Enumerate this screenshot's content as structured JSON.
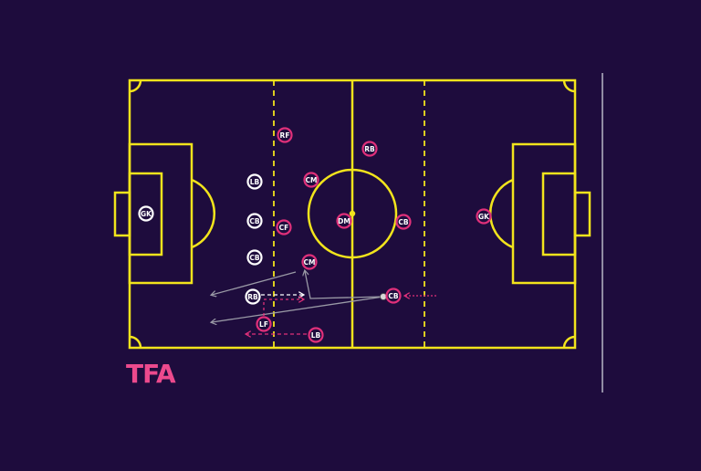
{
  "colors": {
    "background": "#1e0c3d",
    "pitch_lines": "#f2e41c",
    "team_white": "#ffffff",
    "team_pink": "#e0307a",
    "arrow_grey": "#9a9aa6",
    "divider": "#b7b7c7",
    "logo": "#ec4a8d"
  },
  "logo": {
    "text": "TFA"
  },
  "players": [
    {
      "id": "gk-white",
      "label": "GK",
      "team": "white"
    },
    {
      "id": "lb-white",
      "label": "LB",
      "team": "white"
    },
    {
      "id": "cb1-white",
      "label": "CB",
      "team": "white"
    },
    {
      "id": "cb2-white",
      "label": "CB",
      "team": "white"
    },
    {
      "id": "rb-white",
      "label": "RB",
      "team": "white"
    },
    {
      "id": "rf-pink",
      "label": "RF",
      "team": "pink"
    },
    {
      "id": "cm1-pink",
      "label": "CM",
      "team": "pink"
    },
    {
      "id": "cf-pink",
      "label": "CF",
      "team": "pink"
    },
    {
      "id": "cm2-pink",
      "label": "CM",
      "team": "pink"
    },
    {
      "id": "lf-pink",
      "label": "LF",
      "team": "pink"
    },
    {
      "id": "lb-pink",
      "label": "LB",
      "team": "pink"
    },
    {
      "id": "rb-pink",
      "label": "RB",
      "team": "pink"
    },
    {
      "id": "dm-pink",
      "label": "DM",
      "team": "pink"
    },
    {
      "id": "cb1-pink",
      "label": "CB",
      "team": "pink"
    },
    {
      "id": "cb2-pink",
      "label": "CB",
      "team": "pink"
    },
    {
      "id": "gk-pink",
      "label": "GK",
      "team": "pink"
    }
  ]
}
